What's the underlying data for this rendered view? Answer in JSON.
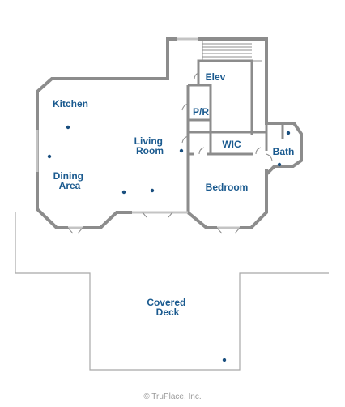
{
  "colors": {
    "wall": "#8c8c8c",
    "deck_outline": "#a8a8a8",
    "label": "#1a5a8f",
    "marker": "#1a4f7f",
    "credit": "#9a9a9a",
    "window": "#c4c4c4"
  },
  "rooms": {
    "kitchen": "Kitchen",
    "dining": [
      "Dining",
      "Area"
    ],
    "living": [
      "Living",
      "Room"
    ],
    "elev": "Elev",
    "pr": "P/R",
    "wic": "WIC",
    "bath": "Bath",
    "bedroom": "Bedroom",
    "deck": [
      "Covered",
      "Deck"
    ]
  },
  "credit": "© TruPlace, Inc."
}
